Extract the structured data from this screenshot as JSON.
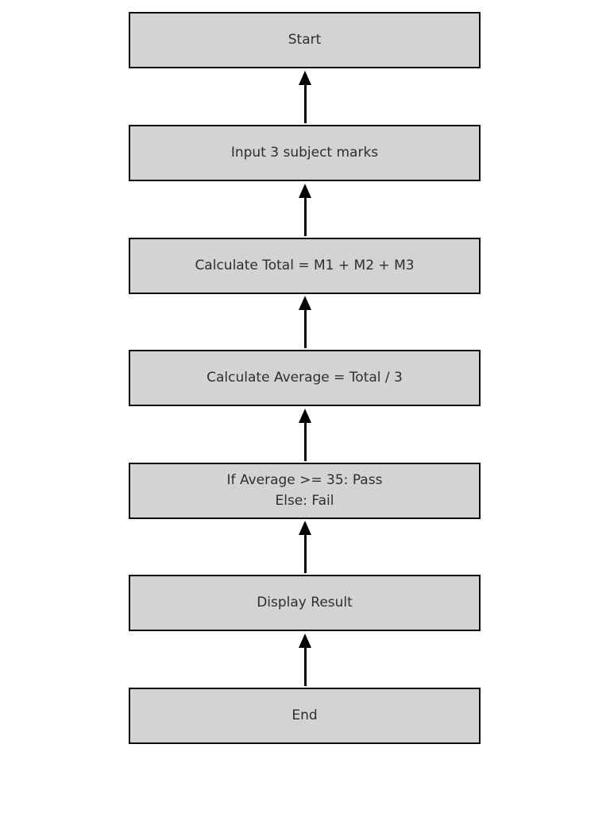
{
  "diagram": {
    "type": "flowchart",
    "orientation": "vertical",
    "arrow_direction": "up",
    "colors": {
      "background": "#ffffff",
      "node_fill": "#d3d3d3",
      "node_border": "#0d0d0d",
      "arrow": "#000000",
      "text": "#2e2e2e"
    },
    "nodes": [
      {
        "id": "start",
        "label": "Start"
      },
      {
        "id": "input",
        "label": "Input 3 subject marks"
      },
      {
        "id": "total",
        "label": "Calculate Total = M1 + M2 + M3"
      },
      {
        "id": "average",
        "label": "Calculate Average = Total / 3"
      },
      {
        "id": "condition",
        "label": "If Average >= 35: Pass\nElse: Fail"
      },
      {
        "id": "display",
        "label": "Display Result"
      },
      {
        "id": "end",
        "label": "End"
      }
    ],
    "edges": [
      {
        "from": "input",
        "to": "start"
      },
      {
        "from": "total",
        "to": "input"
      },
      {
        "from": "average",
        "to": "total"
      },
      {
        "from": "condition",
        "to": "average"
      },
      {
        "from": "display",
        "to": "condition"
      },
      {
        "from": "end",
        "to": "display"
      }
    ]
  }
}
